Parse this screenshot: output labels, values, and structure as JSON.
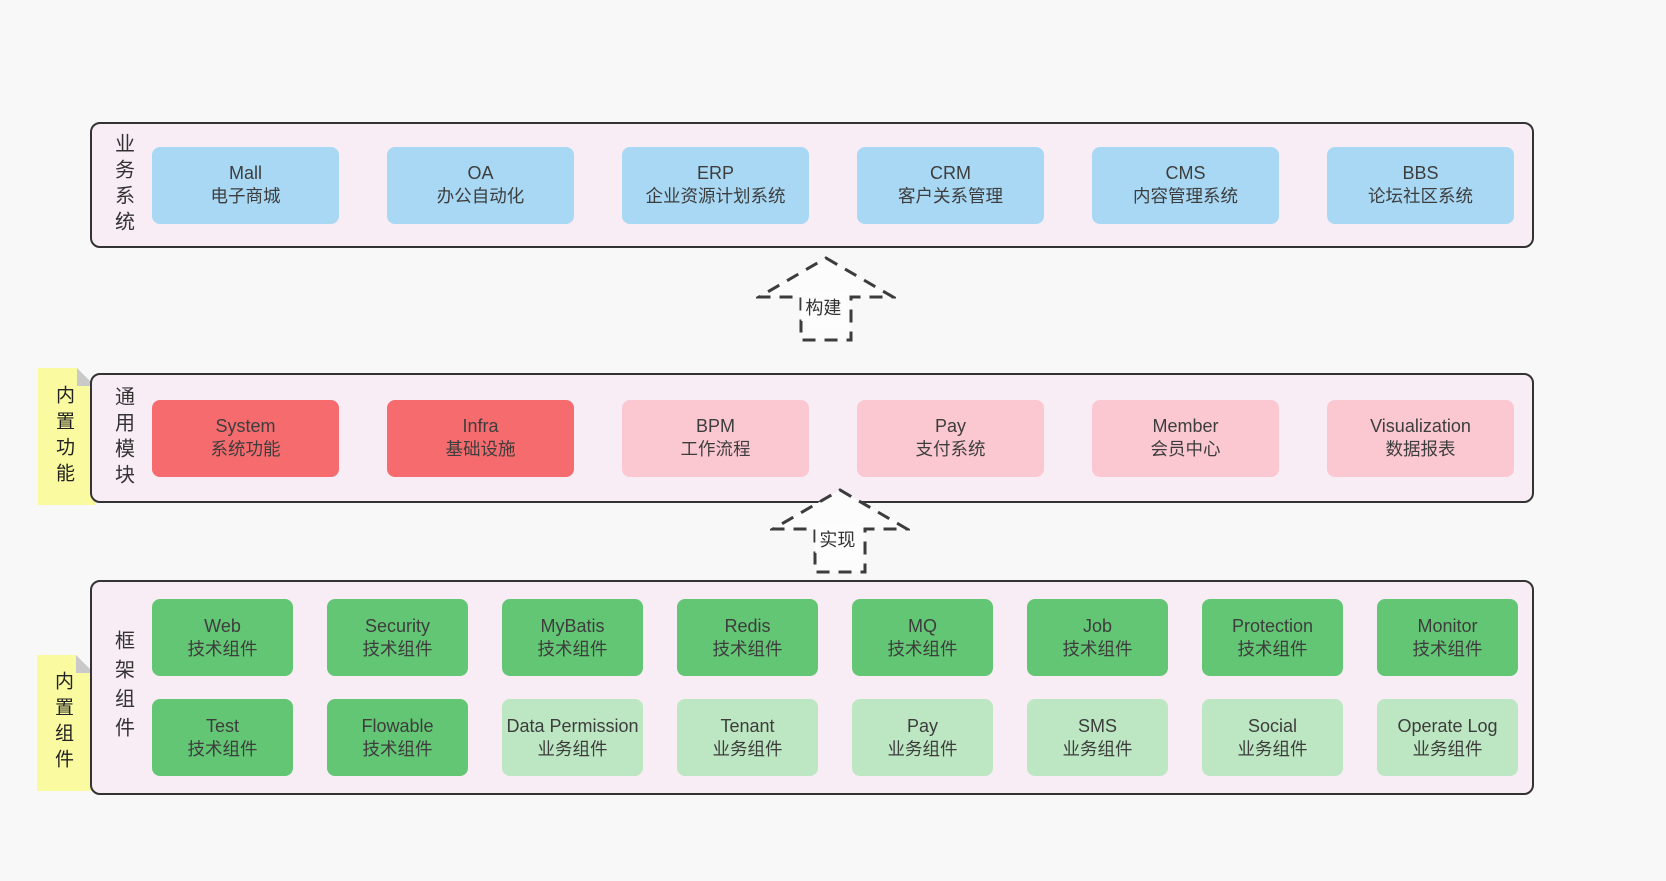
{
  "colors": {
    "page_bg": "#f8f8f8",
    "layer_bg": "#f8edf5",
    "layer_border": "#333333",
    "box_blue": "#a8d8f4",
    "box_red": "#f56b6e",
    "box_pink": "#fbc8d1",
    "box_green": "#63c674",
    "box_lightgreen": "#bde7c2",
    "sticky_yellow": "#fafaa0",
    "sticky_fold": "#c9c9c9",
    "text": "#3d3d3d"
  },
  "arrows": [
    {
      "label": "构建"
    },
    {
      "label": "实现"
    }
  ],
  "layers": [
    {
      "id": "business",
      "label": "业务系统",
      "boxes": [
        {
          "name": "Mall",
          "desc": "电子商城",
          "color": "blue"
        },
        {
          "name": "OA",
          "desc": "办公自动化",
          "color": "blue"
        },
        {
          "name": "ERP",
          "desc": "企业资源计划系统",
          "color": "blue"
        },
        {
          "name": "CRM",
          "desc": "客户关系管理",
          "color": "blue"
        },
        {
          "name": "CMS",
          "desc": "内容管理系统",
          "color": "blue"
        },
        {
          "name": "BBS",
          "desc": "论坛社区系统",
          "color": "blue"
        }
      ]
    },
    {
      "id": "modules",
      "label": "通用模块",
      "note": "内置功能",
      "boxes": [
        {
          "name": "System",
          "desc": "系统功能",
          "color": "red"
        },
        {
          "name": "Infra",
          "desc": "基础设施",
          "color": "red"
        },
        {
          "name": "BPM",
          "desc": "工作流程",
          "color": "pink"
        },
        {
          "name": "Pay",
          "desc": "支付系统",
          "color": "pink"
        },
        {
          "name": "Member",
          "desc": "会员中心",
          "color": "pink"
        },
        {
          "name": "Visualization",
          "desc": "数据报表",
          "color": "pink"
        }
      ]
    },
    {
      "id": "components",
      "label": "框架组件",
      "note": "内置组件",
      "boxes": [
        {
          "name": "Web",
          "desc": "技术组件",
          "color": "green"
        },
        {
          "name": "Security",
          "desc": "技术组件",
          "color": "green"
        },
        {
          "name": "MyBatis",
          "desc": "技术组件",
          "color": "green"
        },
        {
          "name": "Redis",
          "desc": "技术组件",
          "color": "green"
        },
        {
          "name": "MQ",
          "desc": "技术组件",
          "color": "green"
        },
        {
          "name": "Job",
          "desc": "技术组件",
          "color": "green"
        },
        {
          "name": "Protection",
          "desc": "技术组件",
          "color": "green"
        },
        {
          "name": "Monitor",
          "desc": "技术组件",
          "color": "green"
        },
        {
          "name": "Test",
          "desc": "技术组件",
          "color": "green"
        },
        {
          "name": "Flowable",
          "desc": "技术组件",
          "color": "green"
        },
        {
          "name": "Data Permission",
          "desc": "业务组件",
          "color": "lightgreen"
        },
        {
          "name": "Tenant",
          "desc": "业务组件",
          "color": "lightgreen"
        },
        {
          "name": "Pay",
          "desc": "业务组件",
          "color": "lightgreen"
        },
        {
          "name": "SMS",
          "desc": "业务组件",
          "color": "lightgreen"
        },
        {
          "name": "Social",
          "desc": "业务组件",
          "color": "lightgreen"
        },
        {
          "name": "Operate Log",
          "desc": "业务组件",
          "color": "lightgreen"
        }
      ]
    }
  ]
}
